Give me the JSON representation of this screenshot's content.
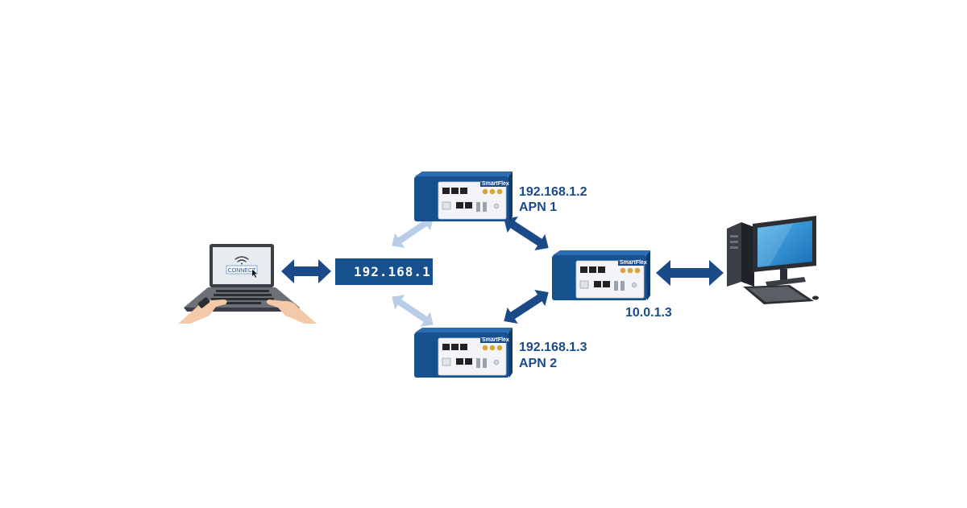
{
  "colors": {
    "brand": "#17508f",
    "brand_dark": "#0f3c70",
    "arrow": "#1b4a89",
    "arrow_light": "#b9cde6",
    "ip_box": "#17508f",
    "ip_text": "#ffffff",
    "label_text": "#1b4a89",
    "screen_blue": "#1f8fd6",
    "skin": "#f3c9a8"
  },
  "laptop": {
    "screen_button": "CONNECT",
    "icons": [
      "wifi-icon",
      "cursor-icon"
    ]
  },
  "ip_box": {
    "text": "192.168.1."
  },
  "routers": {
    "top": {
      "brand_label": "SmartFlex",
      "ip": "192.168.1.2",
      "apn": "APN 1"
    },
    "bottom": {
      "brand_label": "SmartFlex",
      "ip": "192.168.1.3",
      "apn": "APN 2"
    },
    "right": {
      "brand_label": "SmartFlex",
      "ip": "10.0.1.3"
    }
  },
  "desktop": {
    "icons": [
      "monitor-icon",
      "tower-icon",
      "keyboard-icon"
    ]
  }
}
